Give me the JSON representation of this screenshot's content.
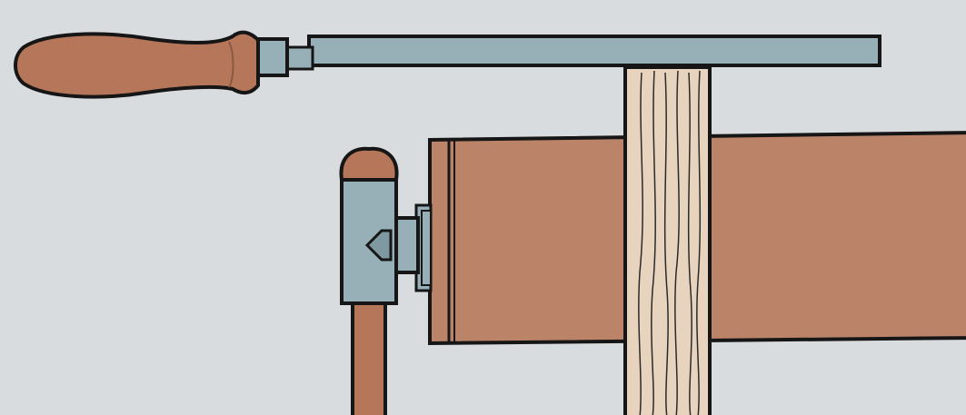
{
  "colors": {
    "background": "#d9dcdf",
    "outline": "#161616",
    "handle_wood": "#b5765a",
    "steel": "#97b0b8",
    "workpiece_wood": "#bb8469",
    "board_wood": "#e8d4be",
    "grain": "#2a2a2a"
  },
  "objects": {
    "file_tool": "file",
    "handle": "wooden-handle",
    "ferrule": "metal-ferrule",
    "blade": "steel-blade",
    "clamp": "bench-clamp",
    "workpiece": "wooden-workpiece",
    "board": "vertical-board"
  }
}
